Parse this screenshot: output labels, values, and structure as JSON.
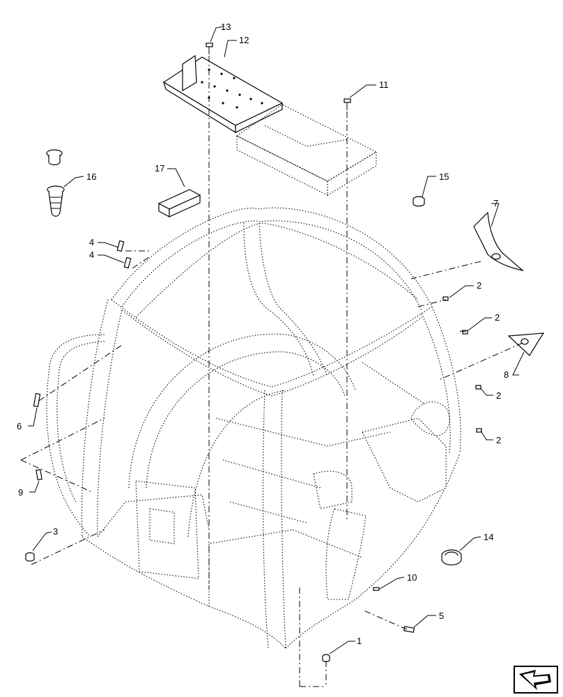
{
  "diagram": {
    "callouts": [
      "13",
      "12",
      "11",
      "17",
      "16",
      "15",
      "7",
      "4",
      "4",
      "2",
      "2",
      "8",
      "2",
      "2",
      "6",
      "9",
      "3",
      "14",
      "10",
      "5",
      "1"
    ],
    "nav_icon": "arrow-back-icon"
  }
}
